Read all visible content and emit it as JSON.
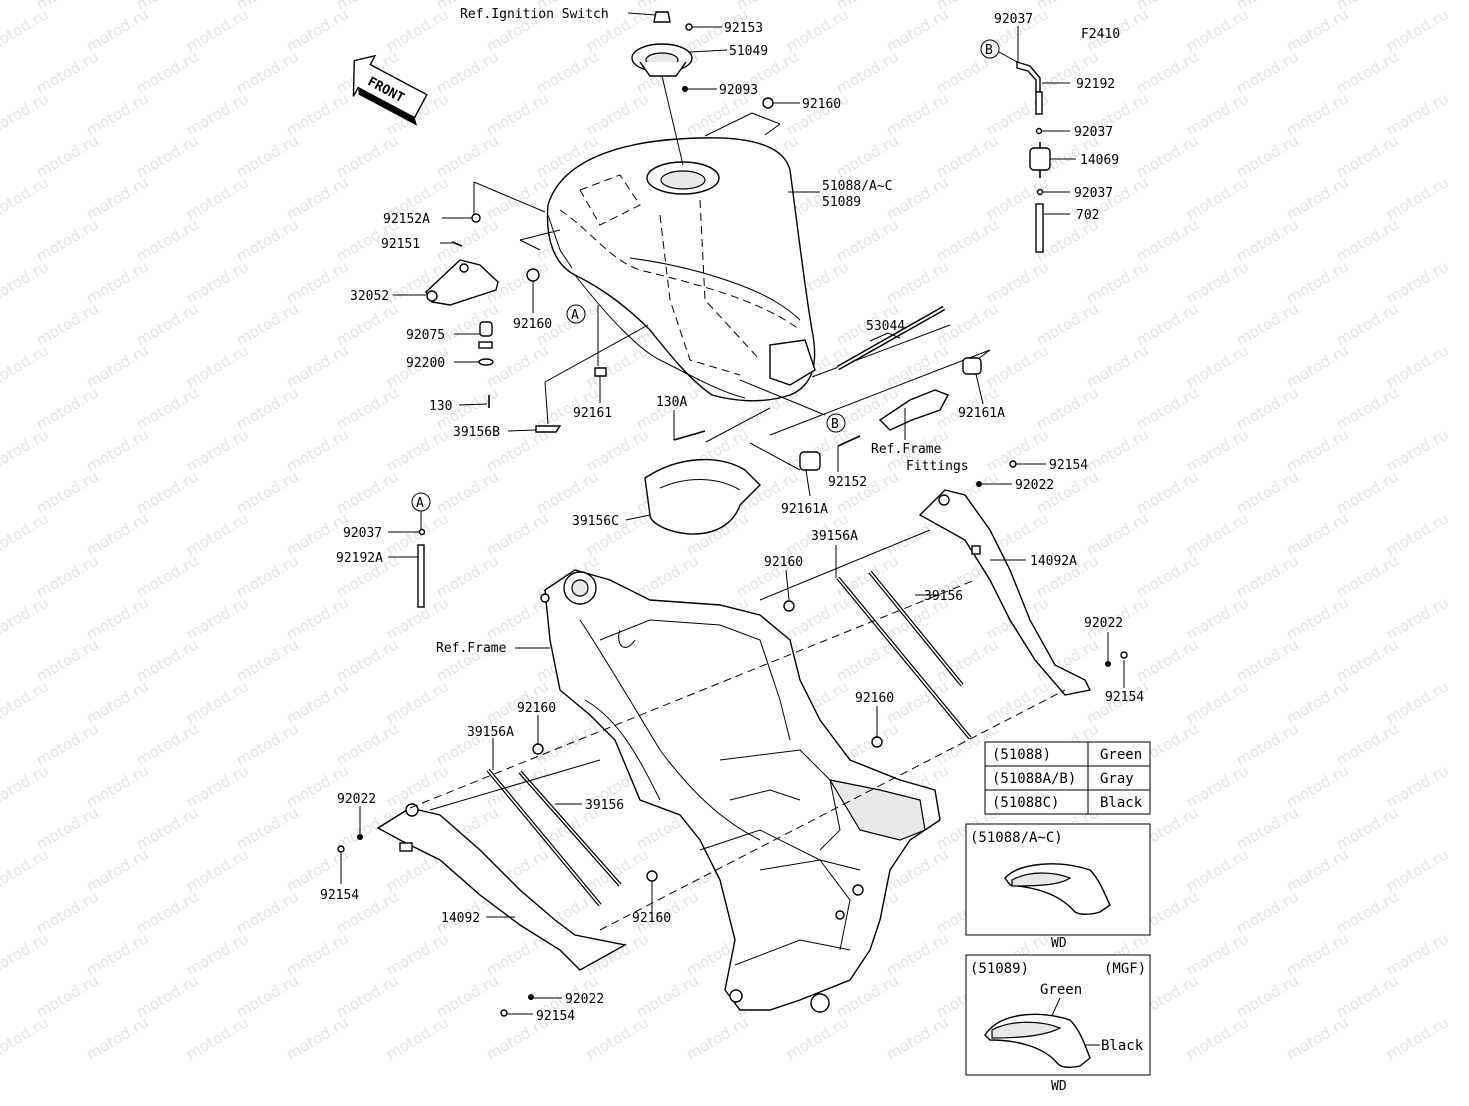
{
  "figure_code": "F2410",
  "front_arrow": "FRONT",
  "watermark": "motod.ru",
  "callouts": {
    "ref_ignition": "Ref.Ignition Switch",
    "p92153": "92153",
    "p51049": "51049",
    "p92093": "92093",
    "p92160_top": "92160",
    "p51088": "51088/A~C",
    "p51089": "51089",
    "p92152A": "92152A",
    "p92151": "92151",
    "p32052": "32052",
    "p92160_left": "92160",
    "p92075": "92075",
    "p92200": "92200",
    "p130": "130",
    "p39156B": "39156B",
    "p92161": "92161",
    "p130A": "130A",
    "p53044": "53044",
    "p92161A_r": "92161A",
    "ref_frame_fittings_1": "Ref.Frame",
    "ref_frame_fittings_2": "Fittings",
    "p92152": "92152",
    "p92161A_c": "92161A",
    "p39156C": "39156C",
    "p92037_top": "92037",
    "p92192": "92192",
    "p92037_mid": "92037",
    "p14069": "14069",
    "p92037_low": "92037",
    "p702": "702",
    "p92037_left": "92037",
    "p92192A": "92192A",
    "p92154_tr": "92154",
    "p92022_tr": "92022",
    "p39156A_r": "39156A",
    "p14092A": "14092A",
    "p92160_mr": "92160",
    "p39156_r": "39156",
    "ref_frame": "Ref.Frame",
    "p92022_r": "92022",
    "p92154_r": "92154",
    "p92160_c": "92160",
    "p92160_l": "92160",
    "p39156A_l": "39156A",
    "p39156_l": "39156",
    "p92022_l": "92022",
    "p92154_l": "92154",
    "p14092": "14092",
    "p92160_bl": "92160",
    "p92022_b": "92022",
    "p92154_b": "92154"
  },
  "markers": {
    "A": "A",
    "B": "B"
  },
  "color_table": [
    {
      "part": "(51088)",
      "color": "Green"
    },
    {
      "part": "(51088A/B)",
      "color": "Gray"
    },
    {
      "part": "(51088C)",
      "color": "Black"
    }
  ],
  "inset_1": {
    "title": "(51088/A~C)",
    "caption": "WD"
  },
  "inset_2": {
    "title": "(51089)",
    "tag": "(MGF)",
    "label_top": "Green",
    "label_side": "Black",
    "caption": "WD"
  }
}
